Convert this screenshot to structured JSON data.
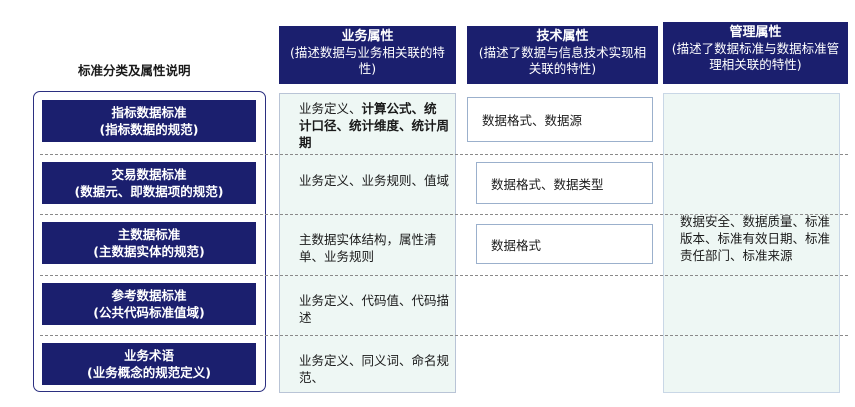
{
  "left_title": "标准分类及属性说明",
  "columns": {
    "business": {
      "title": "业务属性",
      "subtitle": "(描述数据与业务相关联的特性)"
    },
    "technical": {
      "title": "技术属性",
      "subtitle": "(描述了数据与信息技术实现相关联的特性)"
    },
    "management": {
      "title": "管理属性",
      "subtitle": "(描述了数据标准与数据标准管理相关联的特性)"
    }
  },
  "categories": [
    {
      "name": "指标数据标准",
      "desc": "(指标数据的规范)",
      "business_pre": "业务定义、",
      "business_bold": "计算公式、统计口径、统计维度、统计周期",
      "technical": "数据格式、数据源"
    },
    {
      "name": "交易数据标准",
      "desc": "(数据元、即数据项的规范)",
      "business_pre": "业务定义、业务规则、值域",
      "business_bold": "",
      "technical": "数据格式、数据类型"
    },
    {
      "name": "主数据标准",
      "desc": "(主数据实体的规范)",
      "business_pre": "主数据实体结构，属性清单、业务规则",
      "business_bold": "",
      "technical": "数据格式"
    },
    {
      "name": "参考数据标准",
      "desc": "(公共代码标准值域)",
      "business_pre": "业务定义、代码值、代码描述",
      "business_bold": "",
      "technical": ""
    },
    {
      "name": "业务术语",
      "desc": "(业务概念的规范定义)",
      "business_pre": "业务定义、同义词、命名规范、",
      "business_bold": "",
      "technical": ""
    }
  ],
  "management_text": "数据安全、数据质量、标准版本、标准有效日期、标准责任部门、标准来源"
}
